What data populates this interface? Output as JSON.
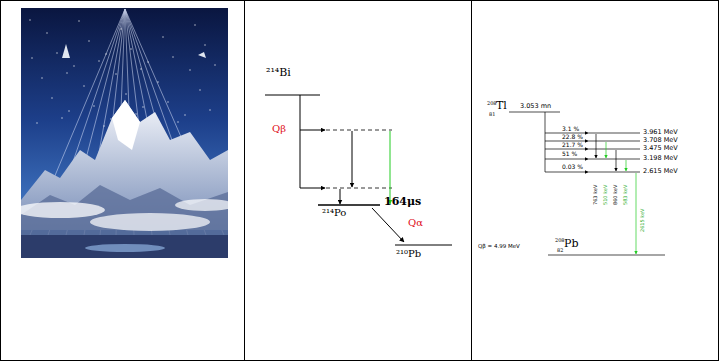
{
  "diagram": {
    "labels": [
      "²¹⁴Bi",
      "Qβ",
      "²¹⁴Po",
      "164μs",
      "Qα",
      "²¹⁰Pb",
      "208",
      "81",
      "Tl",
      "3.053 mn",
      "3.1 %",
      "22.8 %",
      "21.7 %",
      "51 %",
      "0.03 %",
      "3.961 MeV",
      "3.708 MeV",
      "3.475 MeV",
      "3.198 MeV",
      "2.615 MeV",
      "763 keV",
      "510 keV",
      "860 keV",
      "583 keV",
      "2615 keV",
      "Qβ = 4.99 MeV",
      "208",
      "82",
      "Pb"
    ]
  }
}
